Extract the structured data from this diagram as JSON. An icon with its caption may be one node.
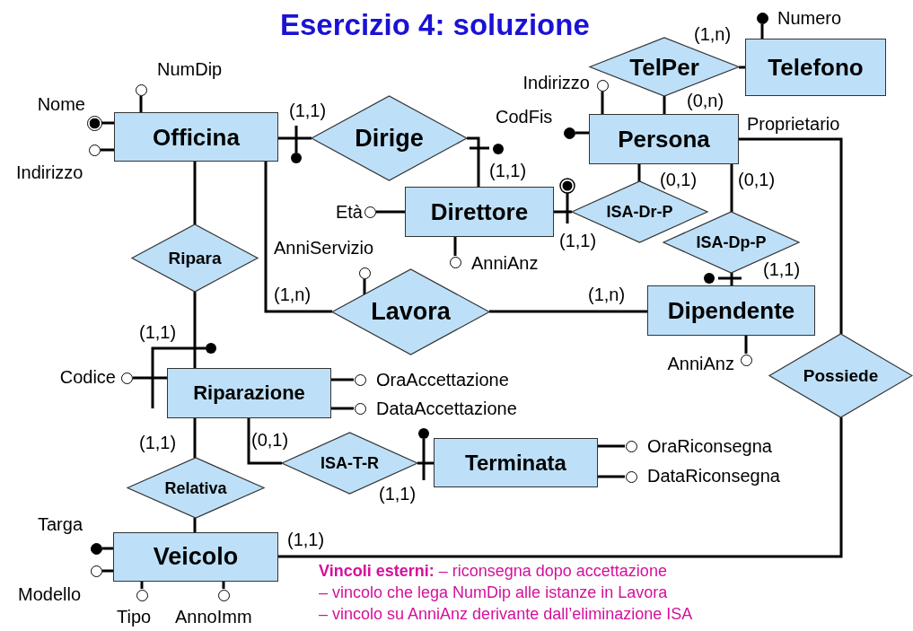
{
  "diagram": {
    "title": "Esercizio 4: soluzione",
    "nodes": [
      {
        "text": [
          "Officina"
        ]
      },
      {
        "text": [
          "Dirige"
        ]
      },
      {
        "text": [
          "TelPer"
        ]
      },
      {
        "text": [
          "Telefono"
        ]
      },
      {
        "text": [
          "Persona"
        ]
      },
      {
        "text": [
          "Direttore"
        ]
      },
      {
        "text": [
          "ISA-Dr-P"
        ]
      },
      {
        "text": [
          "ISA-Dp-P"
        ]
      },
      {
        "text": [
          "Ripara"
        ]
      },
      {
        "text": [
          "Lavora"
        ]
      },
      {
        "text": [
          "Dipendente"
        ]
      },
      {
        "text": [
          "Riparazione"
        ]
      },
      {
        "text": [
          "Possiede"
        ]
      },
      {
        "text": [
          "ISA-T-R"
        ]
      },
      {
        "text": [
          "Terminata"
        ]
      },
      {
        "text": [
          "Relativa"
        ]
      },
      {
        "text": [
          "Veicolo"
        ]
      },
      {
        "text": [],
        "shape": "circle",
        "beside": [
          "NumDip"
        ]
      },
      {
        "text": [],
        "shape": "bullseye",
        "beside": [
          "Nome"
        ]
      },
      {
        "text": [],
        "shape": "circle",
        "beside": [
          "Indirizzo"
        ]
      },
      {
        "text": [],
        "shape": "dot",
        "beside": [
          "Numero"
        ]
      },
      {
        "text": [],
        "shape": "circle",
        "beside": [
          "Indirizzo"
        ]
      },
      {
        "text": [],
        "shape": "dot",
        "beside": [
          "CodFis"
        ]
      },
      {
        "text": [],
        "shape": "circle",
        "beside": [
          "Età"
        ]
      },
      {
        "text": [],
        "shape": "circle",
        "beside": [
          "AnniAnz"
        ]
      },
      {
        "text": [],
        "shape": "circle",
        "beside": [
          "AnniServizio"
        ]
      },
      {
        "text": [],
        "shape": "circle",
        "beside": [
          "AnniAnz"
        ]
      },
      {
        "text": [],
        "shape": "circle",
        "beside": [
          "Codice"
        ]
      },
      {
        "text": [],
        "shape": "circle",
        "beside": [
          "OraAccettazione"
        ]
      },
      {
        "text": [],
        "shape": "circle",
        "beside": [
          "DataAccettazione"
        ]
      },
      {
        "text": [],
        "shape": "circle",
        "beside": [
          "OraRiconsegna"
        ]
      },
      {
        "text": [],
        "shape": "circle",
        "beside": [
          "DataRiconsegna"
        ]
      },
      {
        "text": [],
        "shape": "dot",
        "beside": [
          "Targa"
        ]
      },
      {
        "text": [],
        "shape": "circle",
        "beside": [
          "Modello"
        ]
      },
      {
        "text": [],
        "shape": "circle",
        "beside": [
          "Tipo"
        ]
      },
      {
        "text": [],
        "shape": "circle",
        "beside": [
          "AnnoImm"
        ]
      }
    ],
    "edges": [
      {
        "from": 0,
        "to": 1,
        "arrow": "none",
        "label": "(1,1)"
      },
      {
        "from": 1,
        "to": 5,
        "arrow": "none",
        "label": "(1,1)"
      },
      {
        "from": 0,
        "to": 8,
        "arrow": "none"
      },
      {
        "from": 8,
        "to": 11,
        "arrow": "none",
        "label": "(1,1)"
      },
      {
        "from": 0,
        "to": 9,
        "arrow": "none",
        "label": "(1,n)"
      },
      {
        "from": 9,
        "to": 10,
        "arrow": "none",
        "label": "(1,n)"
      },
      {
        "from": 4,
        "to": 2,
        "arrow": "none",
        "label": "(0,n)"
      },
      {
        "from": 2,
        "to": 3,
        "arrow": "none",
        "label": "(1,n)"
      },
      {
        "from": 4,
        "to": 6,
        "arrow": "none",
        "label": "(0,1)"
      },
      {
        "from": 6,
        "to": 5,
        "arrow": "none",
        "label": "(1,1)"
      },
      {
        "from": 4,
        "to": 7,
        "arrow": "none",
        "label": "(0,1)"
      },
      {
        "from": 7,
        "to": 10,
        "arrow": "none",
        "label": "(1,1)"
      },
      {
        "from": 4,
        "to": 12,
        "arrow": "none",
        "label": "Proprietario"
      },
      {
        "from": 11,
        "to": 15,
        "arrow": "none",
        "label": "(1,1)"
      },
      {
        "from": 15,
        "to": 16,
        "arrow": "none"
      },
      {
        "from": 16,
        "to": 12,
        "arrow": "none",
        "label": "(1,1)"
      },
      {
        "from": 11,
        "to": 13,
        "arrow": "none",
        "label": "(0,1)"
      },
      {
        "from": 13,
        "to": 14,
        "arrow": "none",
        "label": "(1,1)"
      },
      {
        "from": 0,
        "to": 17,
        "arrow": "none"
      },
      {
        "from": 0,
        "to": 18,
        "arrow": "none"
      },
      {
        "from": 0,
        "to": 19,
        "arrow": "none"
      },
      {
        "from": 3,
        "to": 20,
        "arrow": "none"
      },
      {
        "from": 4,
        "to": 21,
        "arrow": "none"
      },
      {
        "from": 4,
        "to": 22,
        "arrow": "none"
      },
      {
        "from": 5,
        "to": 23,
        "arrow": "none"
      },
      {
        "from": 5,
        "to": 24,
        "arrow": "none"
      },
      {
        "from": 9,
        "to": 25,
        "arrow": "none"
      },
      {
        "from": 10,
        "to": 26,
        "arrow": "none"
      },
      {
        "from": 11,
        "to": 27,
        "arrow": "none"
      },
      {
        "from": 11,
        "to": 28,
        "arrow": "none"
      },
      {
        "from": 11,
        "to": 29,
        "arrow": "none"
      },
      {
        "from": 14,
        "to": 30,
        "arrow": "none"
      },
      {
        "from": 14,
        "to": 31,
        "arrow": "none"
      },
      {
        "from": 16,
        "to": 32,
        "arrow": "none"
      },
      {
        "from": 16,
        "to": 33,
        "arrow": "none"
      },
      {
        "from": 16,
        "to": 34,
        "arrow": "none"
      },
      {
        "from": 16,
        "to": 35,
        "arrow": "none"
      }
    ],
    "labels": [
      "**Vincoli esterni:** – riconsegna dopo accettazione",
      "– vincolo che lega NumDip alle istanze in Lavora",
      "– vincolo su AnniAnz derivante dall’eliminazione ISA"
    ]
  }
}
